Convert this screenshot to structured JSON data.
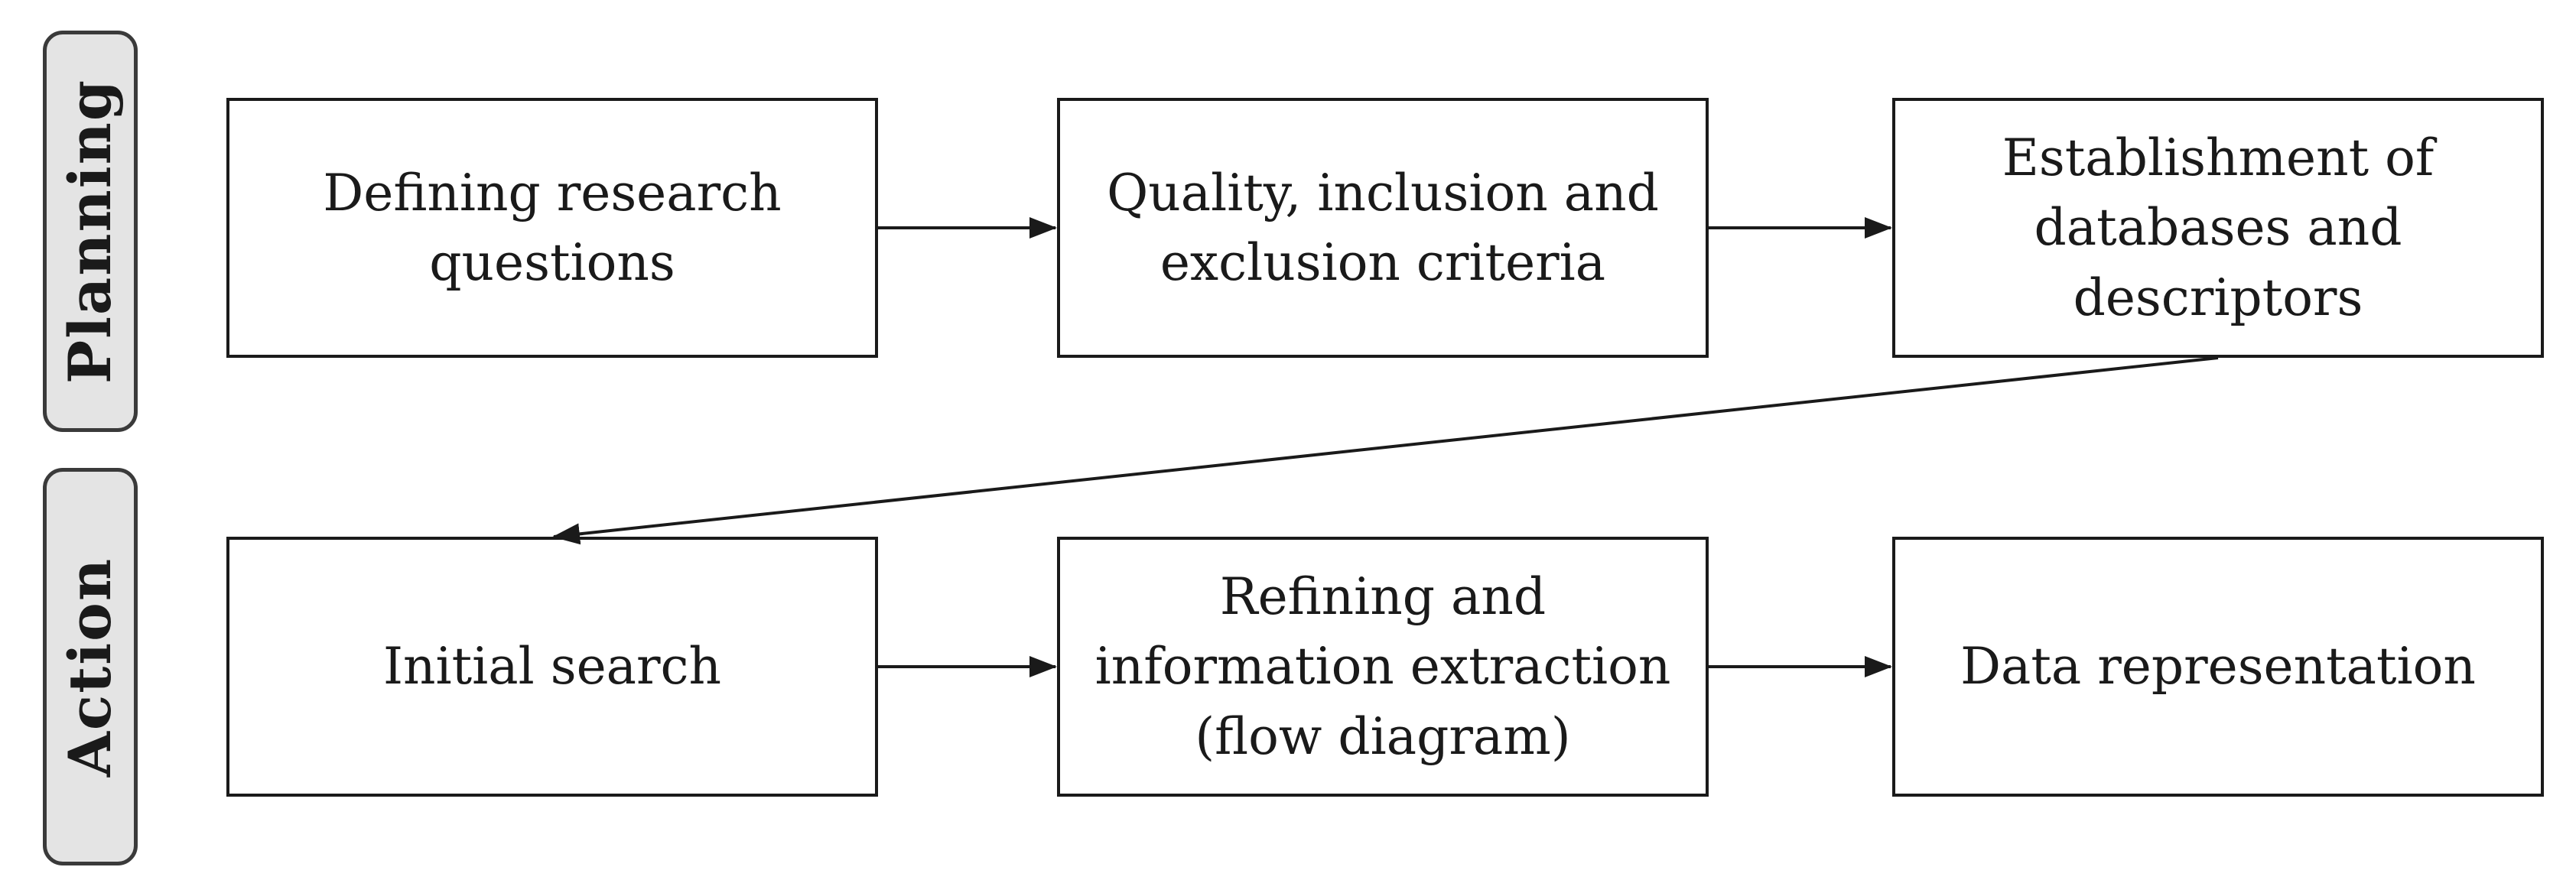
{
  "phases": {
    "planning": "Planning",
    "action": "Action"
  },
  "steps": {
    "defining_questions": "Defining research questions",
    "criteria": "Quality, inclusion and exclusion criteria",
    "databases": "Establishment of databases and descriptors",
    "initial_search": "Initial search",
    "refining": "Refining and information extraction (flow diagram)",
    "data_representation": "Data representation"
  },
  "colors": {
    "stroke": "#1a1a1a",
    "phase_fill": "#e4e4e4",
    "phase_border": "#3a3a3a"
  }
}
